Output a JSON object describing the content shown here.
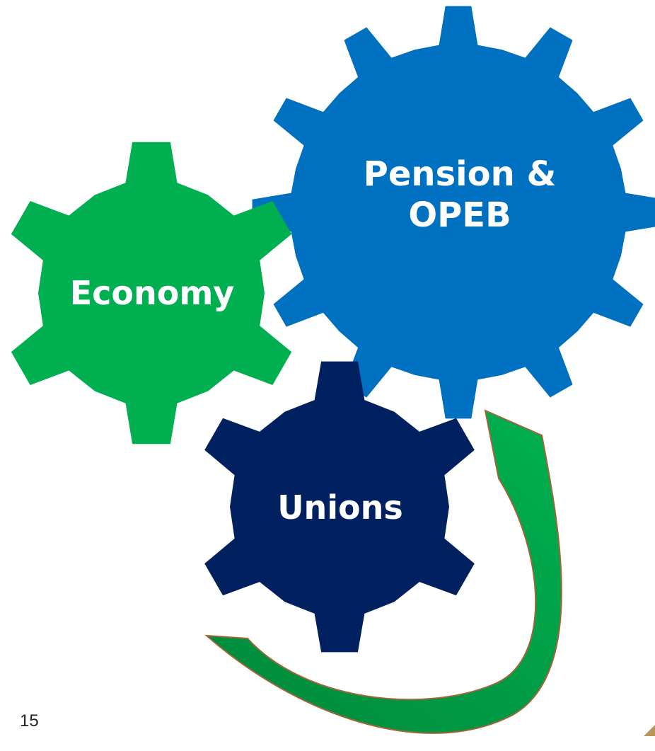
{
  "gears": [
    {
      "id": "pension",
      "label_lines": [
        "Pension &",
        "OPEB"
      ],
      "color": "#0070C0"
    },
    {
      "id": "economy",
      "label_lines": [
        "Economy"
      ],
      "color": "#00B050"
    },
    {
      "id": "unions",
      "label_lines": [
        "Unions"
      ],
      "color": "#002060"
    }
  ],
  "arrow": {
    "fill_top": "#00B050",
    "fill_bottom": "#00883A",
    "outline": "#A0663A"
  },
  "corner_logo_color": "#B8965A",
  "slide_number": "15"
}
